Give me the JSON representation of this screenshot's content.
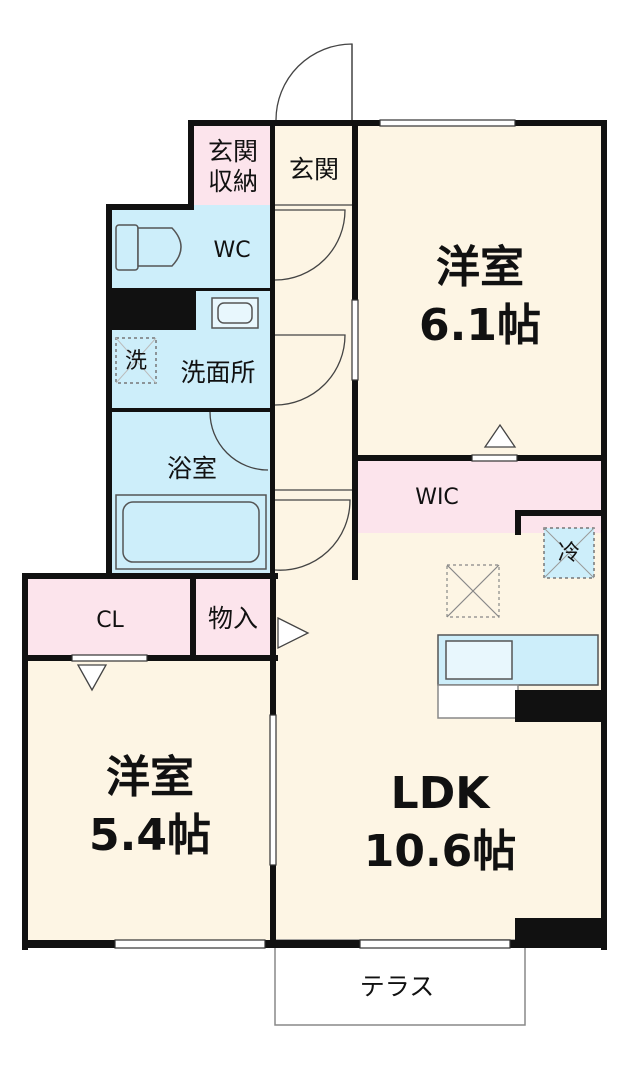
{
  "colors": {
    "beige": "#fdf5e4",
    "pink": "#fce4ec",
    "blue": "#cdeefa",
    "wall": "#111111",
    "line": "#666666"
  },
  "rooms": {
    "western_room_1": {
      "name": "洋室",
      "size": "6.1帖"
    },
    "western_room_2": {
      "name": "洋室",
      "size": "5.4帖"
    },
    "ldk": {
      "name": "LDK",
      "size": "10.6帖"
    },
    "wic": "WIC",
    "entrance": "玄関",
    "entrance_storage_1": "玄関",
    "entrance_storage_2": "収納",
    "wc": "WC",
    "washroom": "洗面所",
    "washer": "洗",
    "bath": "浴室",
    "cl": "CL",
    "storage": "物入",
    "fridge": "冷",
    "terrace": "テラス"
  }
}
